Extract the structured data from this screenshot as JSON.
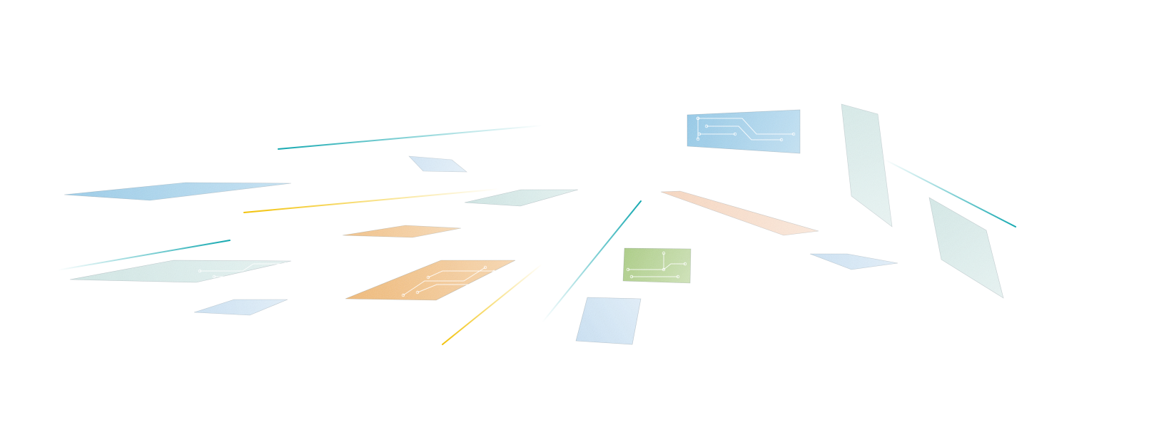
{
  "palette": {
    "blue": "#8ec9ea",
    "light_blue": "#c9e2f6",
    "teal": "#14a8b0",
    "mint": "#cfe8e6",
    "orange": "#f3b76a",
    "peach": "#f9d2b6",
    "yellow": "#f2c20a",
    "green": "#a7cc7a",
    "background": "#ffffff"
  },
  "panels": [
    {
      "id": "panel-blue-circuit-top",
      "color_key": "blue",
      "circuit": true
    },
    {
      "id": "panel-blue-left-strip",
      "color_key": "blue",
      "circuit": false
    },
    {
      "id": "panel-lightblue-small-top",
      "color_key": "light_blue",
      "circuit": false
    },
    {
      "id": "panel-mint-strip",
      "color_key": "mint",
      "circuit": false
    },
    {
      "id": "panel-orange-small",
      "color_key": "orange",
      "circuit": false
    },
    {
      "id": "panel-orange-circuit",
      "color_key": "orange",
      "circuit": true
    },
    {
      "id": "panel-mint-left-circuit",
      "color_key": "mint",
      "circuit": true
    },
    {
      "id": "panel-lightblue-bottom-left",
      "color_key": "light_blue",
      "circuit": false
    },
    {
      "id": "panel-green-circuit",
      "color_key": "green",
      "circuit": true
    },
    {
      "id": "panel-lightblue-bottom-center",
      "color_key": "light_blue",
      "circuit": false
    },
    {
      "id": "panel-peach-strip",
      "color_key": "peach",
      "circuit": false
    },
    {
      "id": "panel-lightblue-right-small",
      "color_key": "light_blue",
      "circuit": false
    },
    {
      "id": "panel-mint-tall-right",
      "color_key": "mint",
      "circuit": false
    },
    {
      "id": "panel-mint-far-right",
      "color_key": "mint",
      "circuit": false
    }
  ],
  "lines": [
    {
      "id": "line-teal-top",
      "color_key": "teal"
    },
    {
      "id": "line-yellow-top",
      "color_key": "yellow"
    },
    {
      "id": "line-teal-left",
      "color_key": "teal"
    },
    {
      "id": "line-yellow-bottom",
      "color_key": "yellow"
    },
    {
      "id": "line-teal-center",
      "color_key": "teal"
    },
    {
      "id": "line-teal-right",
      "color_key": "teal"
    }
  ]
}
